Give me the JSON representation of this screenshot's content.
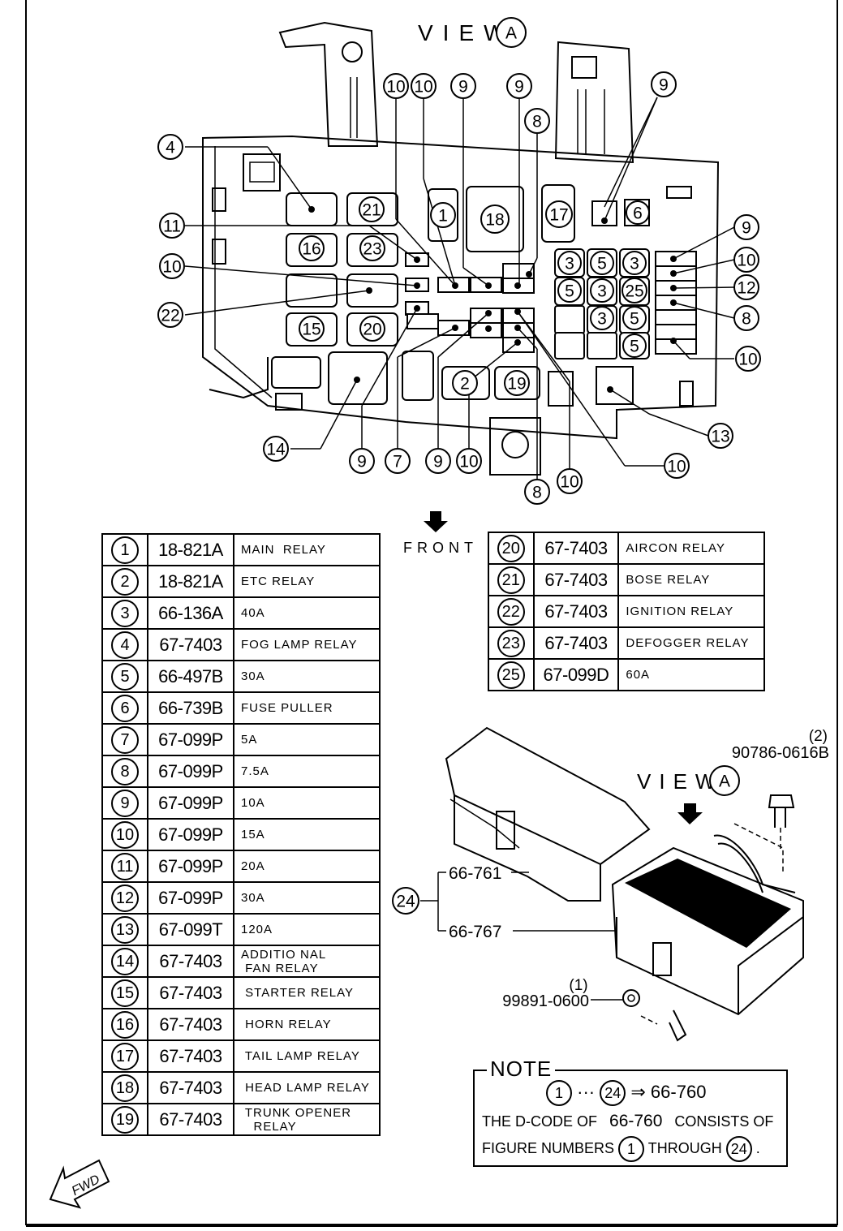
{
  "view_label": {
    "letters": "VIEW",
    "circle": "A"
  },
  "front_label": "FRONT",
  "fwd_label": "FWD",
  "callouts": [
    {
      "id": "c10a",
      "n": "10"
    },
    {
      "id": "c10b",
      "n": "10"
    },
    {
      "id": "c9a",
      "n": "9"
    },
    {
      "id": "c9b",
      "n": "9"
    },
    {
      "id": "c9c",
      "n": "9"
    },
    {
      "id": "c8a",
      "n": "8"
    },
    {
      "id": "c4",
      "n": "4"
    },
    {
      "id": "c11",
      "n": "11"
    },
    {
      "id": "c10c",
      "n": "10"
    },
    {
      "id": "c22",
      "n": "22"
    },
    {
      "id": "c9r",
      "n": "9"
    },
    {
      "id": "c10r",
      "n": "10"
    },
    {
      "id": "c12r",
      "n": "12"
    },
    {
      "id": "c8r",
      "n": "8"
    },
    {
      "id": "c10r2",
      "n": "10"
    },
    {
      "id": "c13",
      "n": "13"
    },
    {
      "id": "c14",
      "n": "14"
    },
    {
      "id": "c9d",
      "n": "9"
    },
    {
      "id": "c7",
      "n": "7"
    },
    {
      "id": "c9e",
      "n": "9"
    },
    {
      "id": "c10d",
      "n": "10"
    },
    {
      "id": "c10e",
      "n": "10"
    },
    {
      "id": "c8b",
      "n": "8"
    },
    {
      "id": "c10f",
      "n": "10"
    }
  ],
  "box_labels": {
    "b21": "21",
    "b1": "1",
    "b18": "18",
    "b17": "17",
    "b6": "6",
    "b16": "16",
    "b23": "23",
    "b15": "15",
    "b20": "20",
    "b2": "2",
    "b19": "19",
    "f3a": "3",
    "f5a": "5",
    "f3b": "3",
    "f5b": "5",
    "f3c": "3",
    "f25": "25",
    "f3d": "3",
    "f5c": "5",
    "f5d": "5"
  },
  "parts_left": [
    {
      "no": "1",
      "code": "18-821A",
      "desc": "MAIN  RELAY"
    },
    {
      "no": "2",
      "code": "18-821A",
      "desc": "ETC RELAY"
    },
    {
      "no": "3",
      "code": "66-136A",
      "desc": "40A"
    },
    {
      "no": "4",
      "code": "67-7403",
      "desc": "FOG LAMP RELAY"
    },
    {
      "no": "5",
      "code": "66-497B",
      "desc": "30A"
    },
    {
      "no": "6",
      "code": "66-739B",
      "desc": "FUSE PULLER"
    },
    {
      "no": "7",
      "code": "67-099P",
      "desc": "5A"
    },
    {
      "no": "8",
      "code": "67-099P",
      "desc": "7.5A"
    },
    {
      "no": "9",
      "code": "67-099P",
      "desc": "10A"
    },
    {
      "no": "10",
      "code": "67-099P",
      "desc": "15A"
    },
    {
      "no": "11",
      "code": "67-099P",
      "desc": "20A"
    },
    {
      "no": "12",
      "code": "67-099P",
      "desc": "30A"
    },
    {
      "no": "13",
      "code": "67-099T",
      "desc": "120A"
    },
    {
      "no": "14",
      "code": "67-7403",
      "desc": "ADDITIO NAL\n FAN RELAY"
    },
    {
      "no": "15",
      "code": "67-7403",
      "desc": " STARTER RELAY"
    },
    {
      "no": "16",
      "code": "67-7403",
      "desc": " HORN RELAY"
    },
    {
      "no": "17",
      "code": "67-7403",
      "desc": " TAIL LAMP RELAY"
    },
    {
      "no": "18",
      "code": "67-7403",
      "desc": " HEAD LAMP RELAY"
    },
    {
      "no": "19",
      "code": "67-7403",
      "desc": " TRUNK OPENER\n   RELAY"
    }
  ],
  "parts_right": [
    {
      "no": "20",
      "code": "67-7403",
      "desc": "AIRCON RELAY"
    },
    {
      "no": "21",
      "code": "67-7403",
      "desc": "BOSE RELAY"
    },
    {
      "no": "22",
      "code": "67-7403",
      "desc": "IGNITION RELAY"
    },
    {
      "no": "23",
      "code": "67-7403",
      "desc": "DEFOGGER RELAY"
    },
    {
      "no": "25",
      "code": "67-099D",
      "desc": "60A"
    }
  ],
  "assembly": {
    "bolt_qty": "(2)",
    "bolt_code": "90786-0616B",
    "nut_qty": "(1)",
    "nut_code": "99891-0600",
    "cover_code": "66-761",
    "base_code": "66-767",
    "group_no": "24"
  },
  "note": {
    "title": "NOTE",
    "line1_a": "1",
    "line1_mid": "···",
    "line1_b": "24",
    "line1_arrow": "⇒",
    "line1_code": "66-760",
    "line2_a": "THE D-CODE OF",
    "line2_code": "66-760",
    "line2_b": "CONSISTS OF",
    "line3_a": "FIGURE NUMBERS",
    "line3_n1": "1",
    "line3_b": "THROUGH",
    "line3_n2": "24",
    "line3_end": "."
  }
}
